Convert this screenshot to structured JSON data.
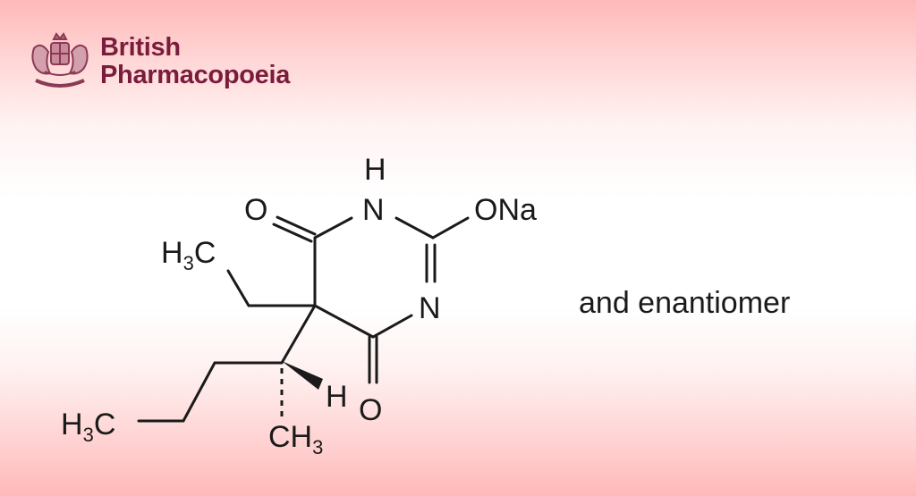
{
  "logo": {
    "line1": "British",
    "line2": "Pharmacopoeia",
    "icon": "royal-coat-of-arms-icon",
    "color": "#7a1d3c"
  },
  "structure": {
    "atoms": {
      "O_top": "O",
      "N_H": "H",
      "N1": "N",
      "ONa": "ONa",
      "H3C_ethyl": "H3C",
      "N2": "N",
      "O_bottom": "O",
      "H_stereo": "H",
      "H3C_propyl": "H3C",
      "CH3": "CH3"
    }
  },
  "caption": "and enantiomer"
}
